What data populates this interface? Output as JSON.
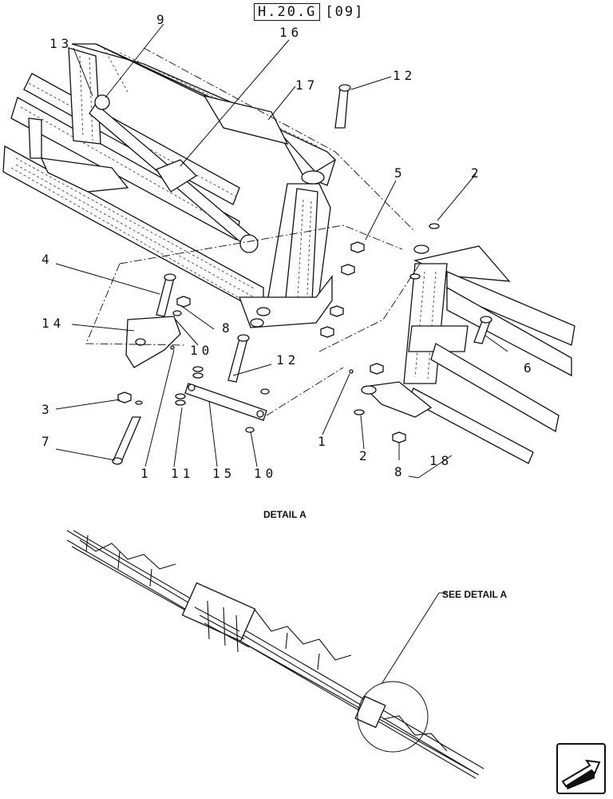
{
  "header": {
    "code_box": "H.20.G",
    "code_suffix": "[09]"
  },
  "callouts": {
    "c1": "1",
    "c2": "2",
    "c3": "3",
    "c4": "4",
    "c5": "5",
    "c6": "6",
    "c7": "7",
    "c8": "8",
    "c9": "9",
    "c10": "10",
    "c11": "11",
    "c12": "12",
    "c13": "13",
    "c14": "14",
    "c15": "15",
    "c16": "16",
    "c17": "17",
    "c18": "18"
  },
  "detail_label": "DETAIL A",
  "see_detail_label": "SEE DETAIL A",
  "icons": {
    "nav": "next-page-arrow-icon"
  }
}
